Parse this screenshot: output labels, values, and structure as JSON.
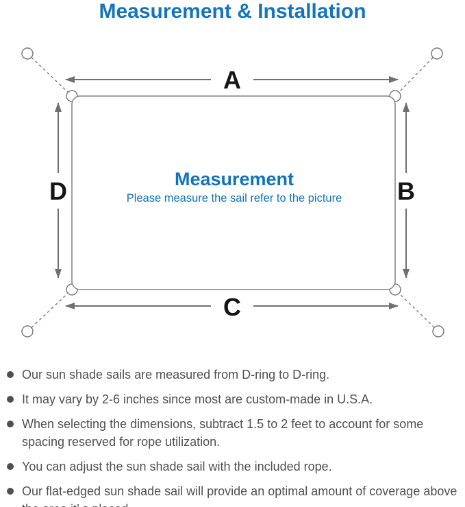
{
  "page": {
    "title": "Measurement & Installation"
  },
  "diagram": {
    "labels": {
      "top": "A",
      "right": "B",
      "bottom": "C",
      "left": "D"
    },
    "center_title": "Measurement",
    "center_subtitle": "Please measure the sail refer to the picture",
    "colors": {
      "accent_blue": "#1273b9",
      "title_blue": "#1474bc",
      "line_gray": "#828282",
      "arrow_gray": "#6f6f6f",
      "label_black": "#141414",
      "note_text_gray": "#4f4f4f"
    }
  },
  "notes": {
    "items": [
      "Our sun shade sails are measured from D-ring to D-ring.",
      "It may vary by 2-6 inches since most are custom-made in U.S.A.",
      "When selecting the dimensions, subtract 1.5 to 2 feet to account for some spacing reserved for rope utilization.",
      "You can adjust the sun shade sail with the included rope.",
      "Our flat-edged sun shade sail will provide an optimal amount of coverage above the area it’ s placed."
    ]
  }
}
